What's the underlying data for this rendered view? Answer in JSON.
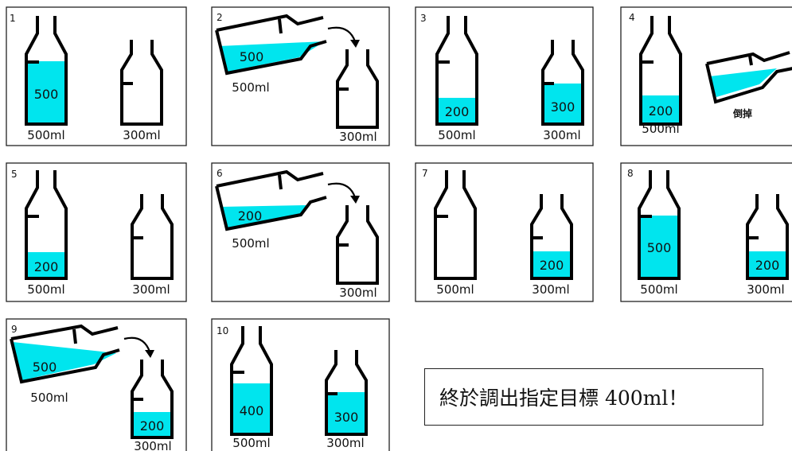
{
  "panels": [
    {
      "n": "1",
      "big": {
        "value": "500",
        "label": "500ml",
        "fill": 0.75
      },
      "small": {
        "value": "",
        "label": "300ml",
        "fill": 0
      }
    },
    {
      "n": "2",
      "tilted": {
        "value": "500",
        "label": "500ml",
        "fill": 1.0
      },
      "small": {
        "value": "",
        "label": "300ml",
        "fill": 0
      }
    },
    {
      "n": "3",
      "big": {
        "value": "200",
        "label": "500ml",
        "fill": 0.3
      },
      "small": {
        "value": "300",
        "label": "300ml",
        "fill": 0.82
      }
    },
    {
      "n": "4",
      "big": {
        "value": "200",
        "label": "500ml",
        "fill": 0.3
      },
      "tilted_small": {
        "note": "倒掉",
        "fill": 0.82
      }
    },
    {
      "n": "5",
      "big": {
        "value": "200",
        "label": "500ml",
        "fill": 0.3
      },
      "small": {
        "value": "",
        "label": "300ml",
        "fill": 0
      }
    },
    {
      "n": "6",
      "tilted": {
        "value": "200",
        "label": "500ml",
        "fill": 0.45
      },
      "small": {
        "value": "",
        "label": "300ml",
        "fill": 0
      }
    },
    {
      "n": "7",
      "big": {
        "value": "",
        "label": "500ml",
        "fill": 0
      },
      "small": {
        "value": "200",
        "label": "300ml",
        "fill": 0.55
      }
    },
    {
      "n": "8",
      "big": {
        "value": "500",
        "label": "500ml",
        "fill": 0.75
      },
      "small": {
        "value": "200",
        "label": "300ml",
        "fill": 0.55
      }
    },
    {
      "n": "9",
      "tilted": {
        "value": "500",
        "label": "500ml",
        "fill": 1.0
      },
      "small": {
        "value": "200",
        "label": "300ml",
        "fill": 0.55
      }
    },
    {
      "n": "10",
      "big": {
        "value": "400",
        "label": "500ml",
        "fill": 0.6
      },
      "small": {
        "value": "300",
        "label": "300ml",
        "fill": 0.82
      }
    }
  ],
  "final_text": "終於調出指定目標 400ml！",
  "water_color": "#00e5ee"
}
